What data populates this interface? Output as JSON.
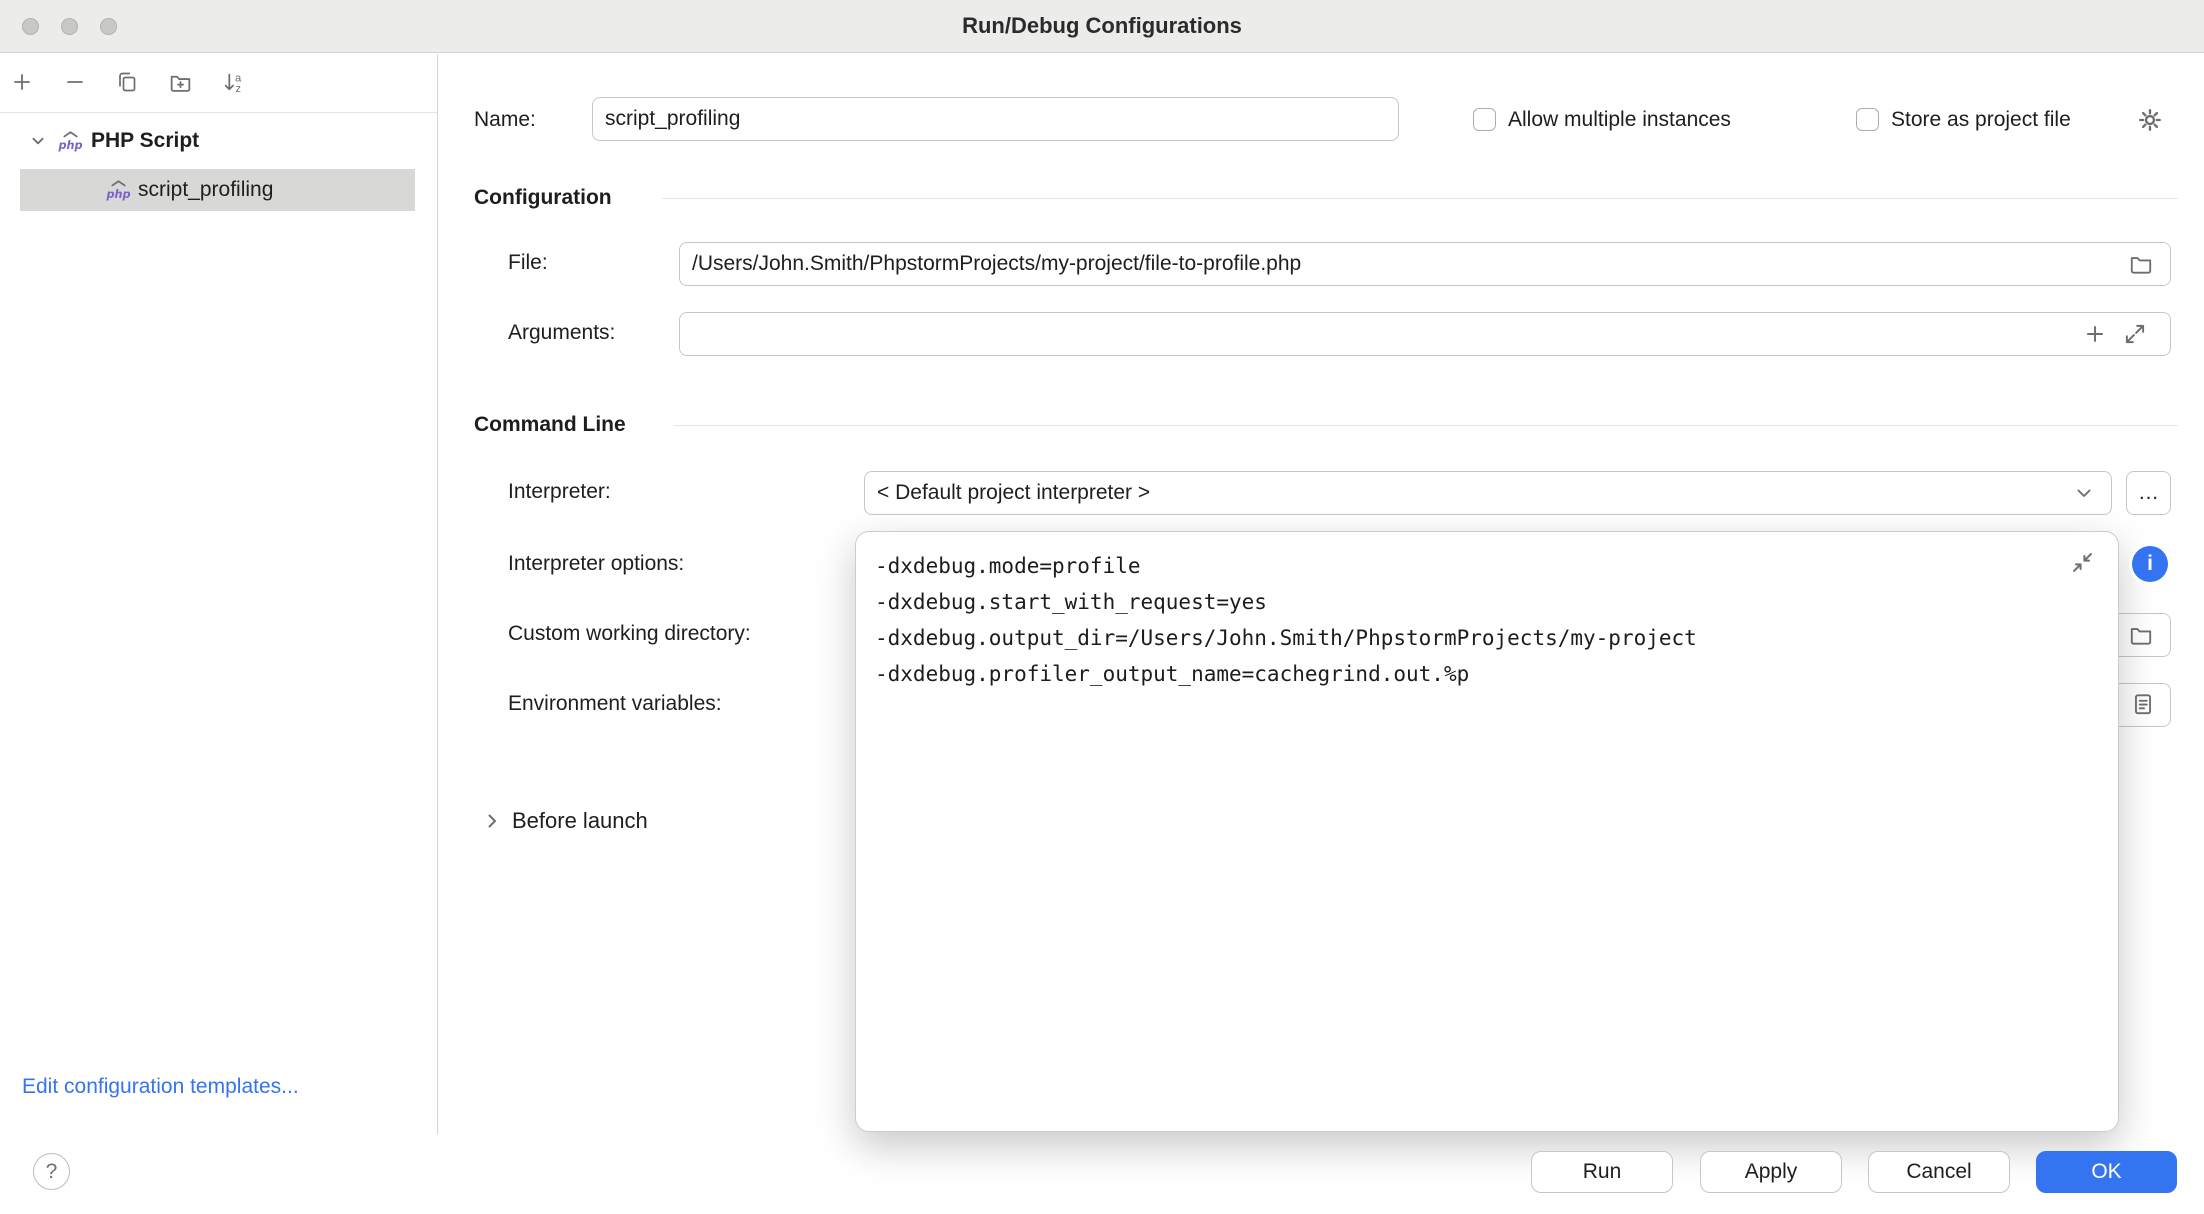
{
  "window": {
    "title": "Run/Debug Configurations"
  },
  "sidebar": {
    "tree": {
      "group_label": "PHP Script",
      "item_label": "script_profiling",
      "selected_item": "script_profiling"
    },
    "edit_templates_link": "Edit configuration templates..."
  },
  "form": {
    "name_label": "Name:",
    "name_value": "script_profiling",
    "allow_multiple_instances_label": "Allow multiple instances",
    "allow_multiple_instances_checked": false,
    "store_as_project_file_label": "Store as project file",
    "store_as_project_file_checked": false,
    "section_configuration": "Configuration",
    "file_label": "File:",
    "file_value": "/Users/John.Smith/PhpstormProjects/my-project/file-to-profile.php",
    "arguments_label": "Arguments:",
    "arguments_value": "",
    "section_command_line": "Command Line",
    "interpreter_label": "Interpreter:",
    "interpreter_value": "< Default project interpreter >",
    "more_button": "…",
    "interpreter_options_label": "Interpreter options:",
    "custom_working_directory_label": "Custom working directory:",
    "environment_variables_label": "Environment variables:",
    "before_launch_label": "Before launch"
  },
  "interpreter_options_popup": {
    "lines": [
      "-dxdebug.mode=profile",
      "-dxdebug.start_with_request=yes",
      "-dxdebug.output_dir=/Users/John.Smith/PhpstormProjects/my-project",
      "-dxdebug.profiler_output_name=cachegrind.out.%p"
    ]
  },
  "footer": {
    "help": "?",
    "run": "Run",
    "apply": "Apply",
    "cancel": "Cancel",
    "ok": "OK"
  },
  "icons": {
    "add": "+",
    "remove": "−",
    "copy": "⧉",
    "new-folder": "📁+",
    "sort-alphabetically": "↓a",
    "gear": "⚙",
    "folder": "📁",
    "plus": "+",
    "expand": "⤢",
    "collapse": "⤡",
    "chevron-down": "▾",
    "chevron-right": "▸",
    "info": "i",
    "help": "?"
  },
  "colors": {
    "accent": "#3574F0",
    "link": "#3574F0",
    "php_icon": "#7A63C9",
    "selection": "#D8D8D7"
  }
}
